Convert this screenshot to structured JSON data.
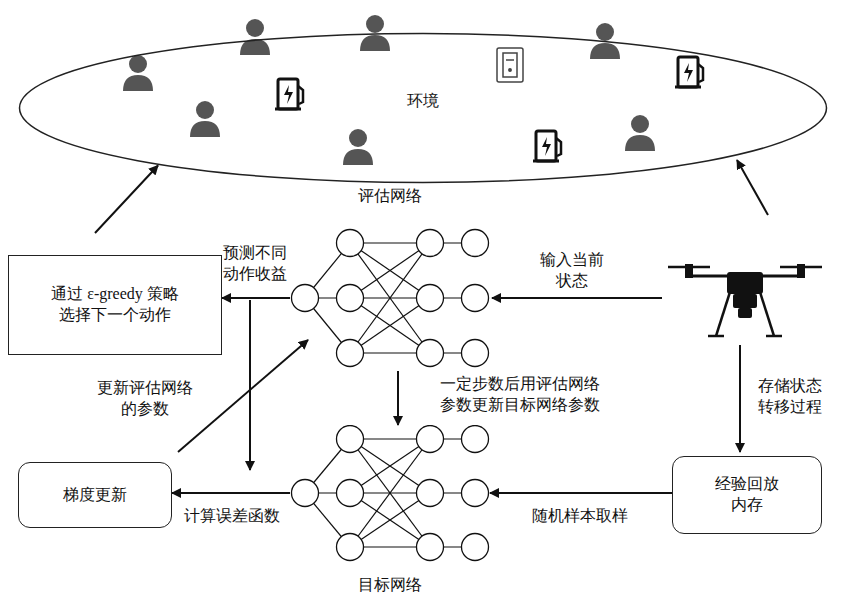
{
  "diagram": {
    "nodes": [
      {
        "text": [
          "环境"
        ]
      },
      {
        "text": [
          "评估网络"
        ]
      },
      {
        "text": [
          "通过 ε-greedy 策略 选择下一个动作"
        ]
      },
      {
        "text": [
          "梯度更新"
        ]
      },
      {
        "text": [
          "目标网络"
        ]
      },
      {
        "text": [
          "经验回放 内存"
        ]
      }
    ],
    "edges": [
      {
        "from": 1,
        "to": 2,
        "label": "预测不同 动作收益",
        "arrow": "to"
      },
      {
        "from": 2,
        "to": 0,
        "arrow": "to"
      },
      {
        "from": 1,
        "to": 4,
        "label": "一定步数后用评估网络 参数更新目标网络参数",
        "arrow": "to"
      },
      {
        "from": 4,
        "to": 3,
        "label": "计算误差函数",
        "arrow": "to"
      },
      {
        "from": 3,
        "to": 1,
        "label": "更新评估网络 的参数",
        "arrow": "to"
      },
      {
        "from": 5,
        "to": 4,
        "label": "随机样本取样",
        "arrow": "to"
      }
    ],
    "labels": [
      "输入当前 状态",
      "存储状态 转移过程"
    ]
  }
}
